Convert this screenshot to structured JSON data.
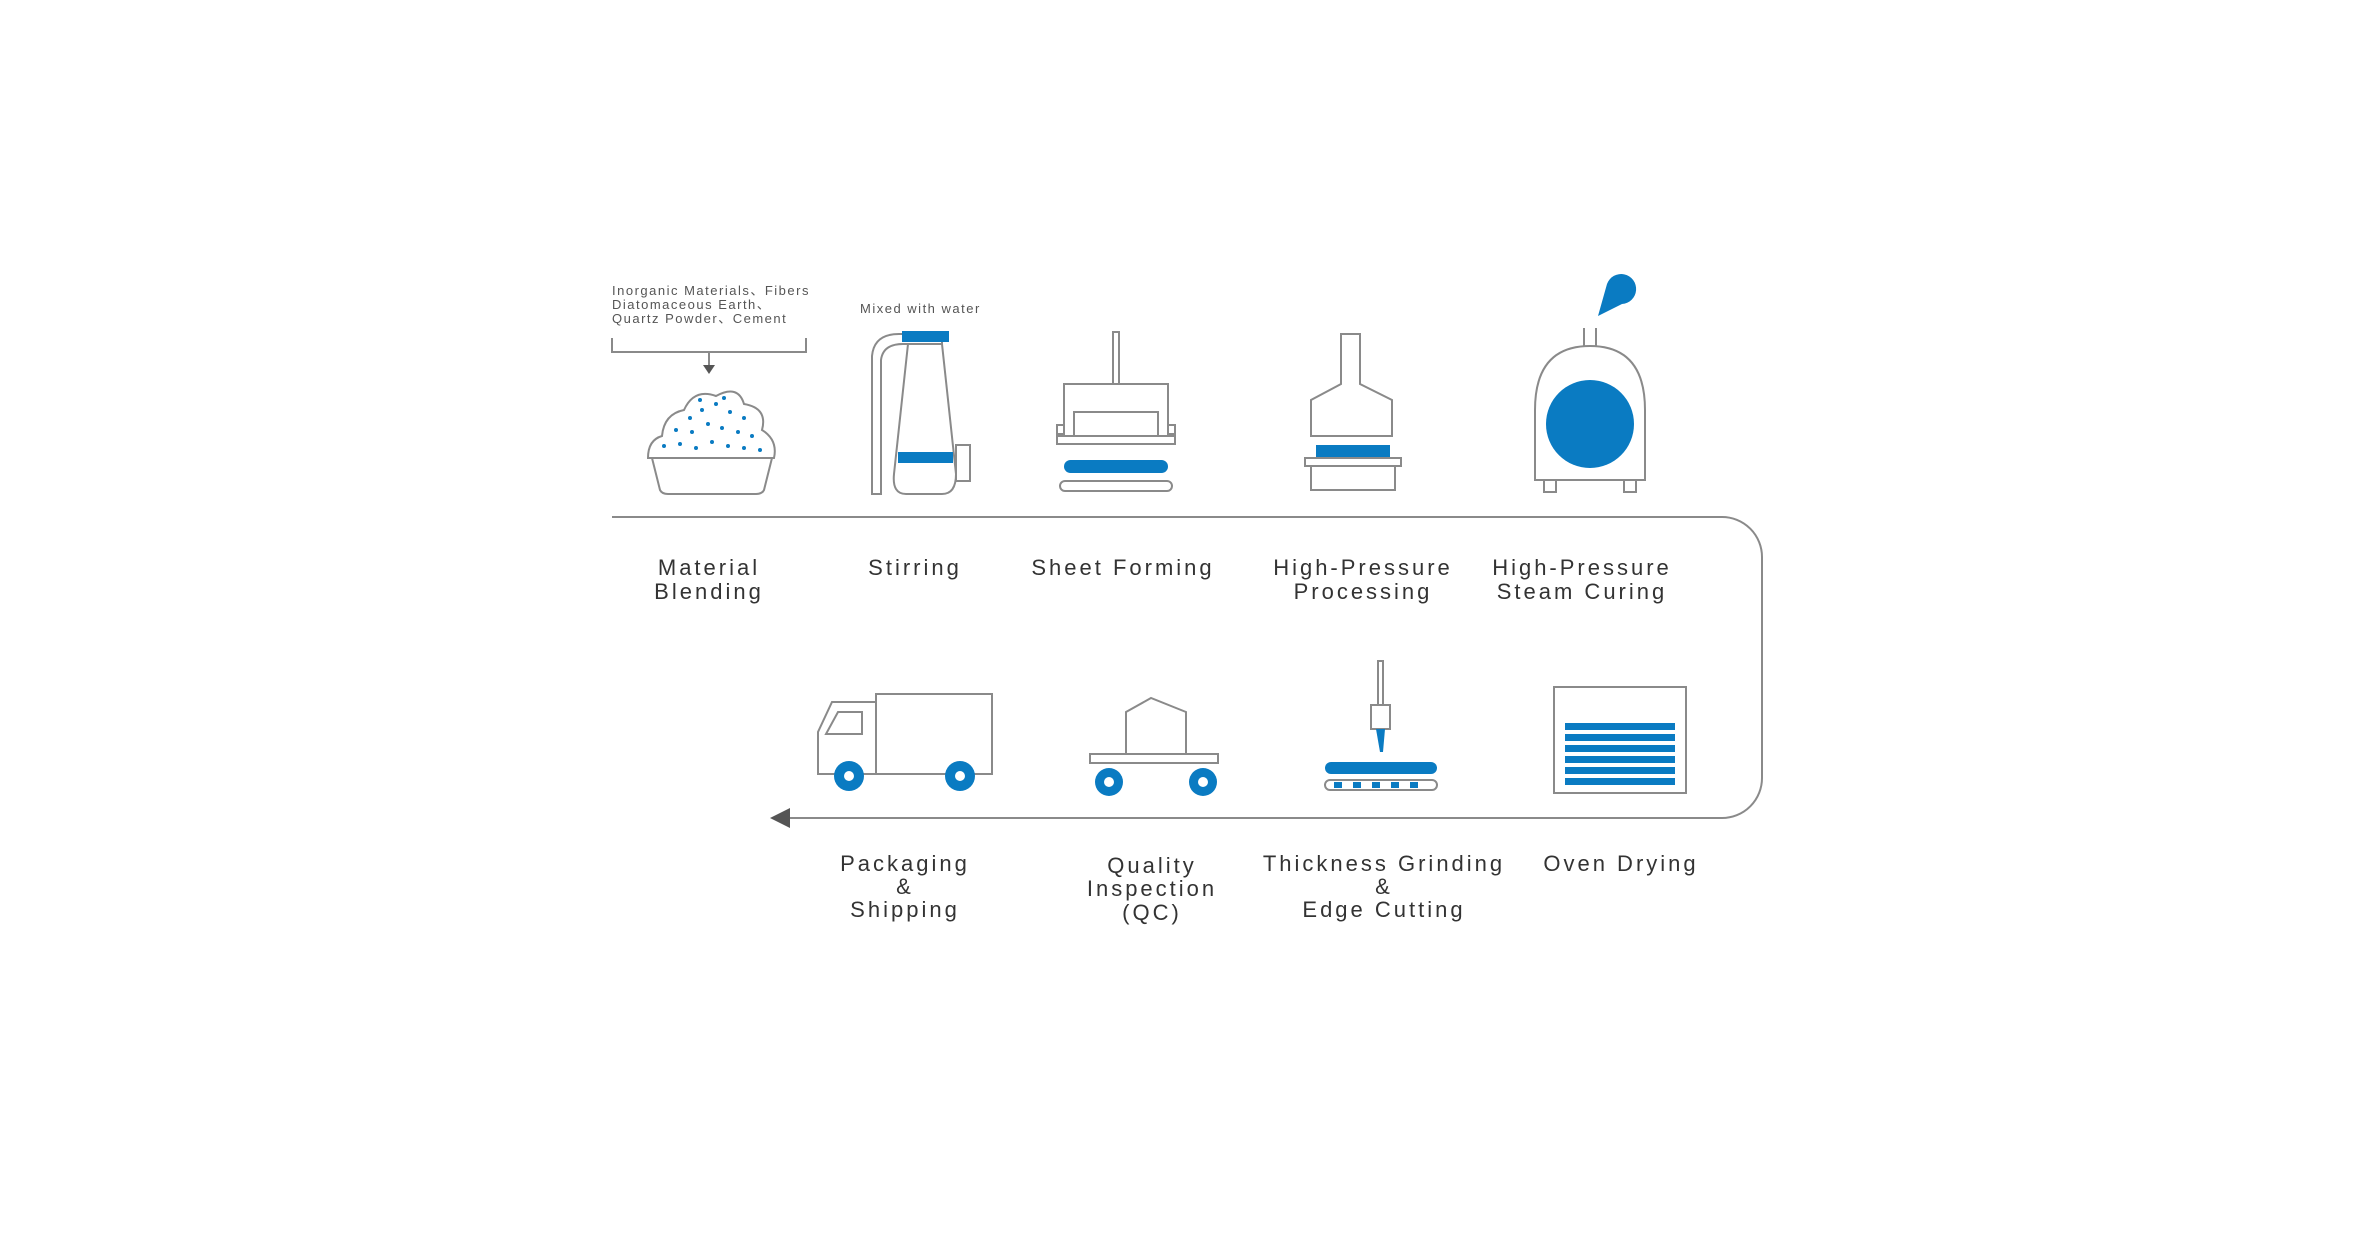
{
  "colors": {
    "accent": "#0a7bc2",
    "outline": "#8a8a8a",
    "text": "#333333",
    "background": "#ffffff"
  },
  "inputs_note": {
    "line1": "Inorganic Materials、Fibers",
    "line2": "Diatomaceous Earth、",
    "line3": "Quartz Powder、Cement"
  },
  "water_note": "Mixed with water",
  "steps": [
    {
      "lines": [
        "Material",
        "Blending"
      ],
      "icon": "powder-bowl-icon"
    },
    {
      "lines": [
        "Stirring"
      ],
      "icon": "mixing-tank-icon"
    },
    {
      "lines": [
        "Sheet Forming"
      ],
      "icon": "sheet-forming-press-icon"
    },
    {
      "lines": [
        "High-Pressure",
        "Processing"
      ],
      "icon": "hydraulic-press-icon"
    },
    {
      "lines": [
        "High-Pressure",
        "Steam Curing"
      ],
      "icon": "autoclave-icon"
    },
    {
      "lines": [
        "Oven Drying"
      ],
      "icon": "drying-oven-icon"
    },
    {
      "lines": [
        "Thickness Grinding",
        "&",
        "Edge Cutting"
      ],
      "icon": "cutting-blade-icon"
    },
    {
      "lines": [
        "Quality",
        "Inspection",
        "(QC)"
      ],
      "icon": "inspection-cart-icon"
    },
    {
      "lines": [
        "Packaging",
        "&",
        "Shipping"
      ],
      "icon": "delivery-truck-icon"
    }
  ]
}
